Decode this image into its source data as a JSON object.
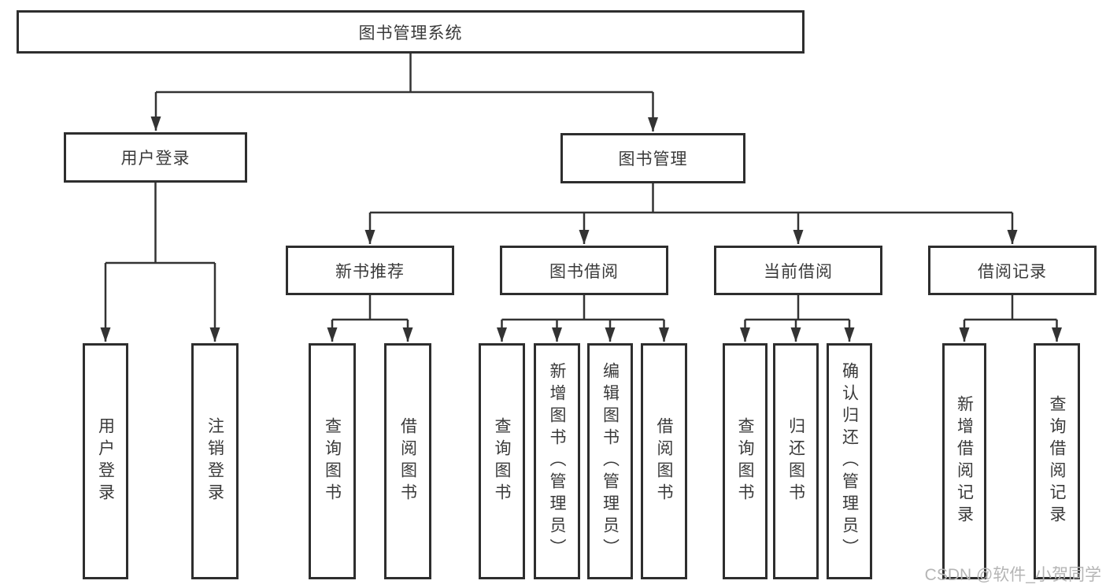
{
  "diagram_title": "图书管理系统",
  "watermark": "CSDN @软件_小贺同学",
  "colors": {
    "background": "#ffffff",
    "box_border": "#2e2e2e",
    "line": "#333333",
    "text": "#3a3a3a",
    "watermark": "#b5b5b5"
  },
  "tree": {
    "label": "图书管理系统",
    "children": [
      {
        "label": "用户登录",
        "children": [
          {
            "label": "用户登录"
          },
          {
            "label": "注销登录"
          }
        ]
      },
      {
        "label": "图书管理",
        "children": [
          {
            "label": "新书推荐",
            "children": [
              {
                "label": "查询图书"
              },
              {
                "label": "借阅图书"
              }
            ]
          },
          {
            "label": "图书借阅",
            "children": [
              {
                "label": "查询图书"
              },
              {
                "label": "新增图书（管理员）"
              },
              {
                "label": "编辑图书（管理员）"
              },
              {
                "label": "借阅图书"
              }
            ]
          },
          {
            "label": "当前借阅",
            "children": [
              {
                "label": "查询图书"
              },
              {
                "label": "归还图书"
              },
              {
                "label": "确认归还（管理员）"
              }
            ]
          },
          {
            "label": "借阅记录",
            "children": [
              {
                "label": "新增借阅记录"
              },
              {
                "label": "查询借阅记录"
              }
            ]
          }
        ]
      }
    ]
  }
}
